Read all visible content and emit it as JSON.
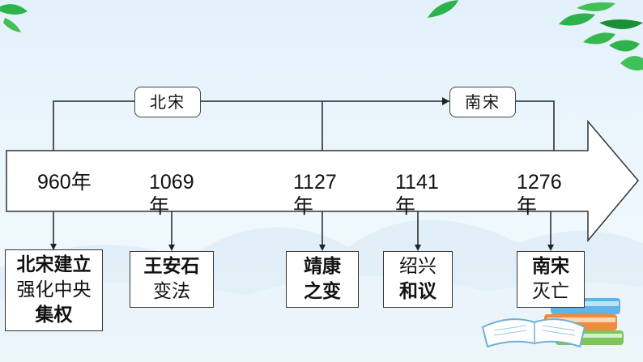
{
  "periods": [
    {
      "label": "北宋"
    },
    {
      "label": "南宋"
    }
  ],
  "years": [
    {
      "line1": "960年",
      "line2": ""
    },
    {
      "line1": "1069",
      "line2": "年"
    },
    {
      "line1": "1127",
      "line2": "年"
    },
    {
      "line1": "1141",
      "line2": "年"
    },
    {
      "line1": "1276",
      "line2": "年"
    }
  ],
  "events": [
    {
      "lines": [
        "北宋建立",
        "强化中央",
        "集权"
      ]
    },
    {
      "lines": [
        "王安石",
        "变法"
      ]
    },
    {
      "lines": [
        "靖康",
        "之变"
      ]
    },
    {
      "lines": [
        "绍兴",
        "和议"
      ]
    },
    {
      "lines": [
        "南宋",
        "灭亡"
      ]
    }
  ],
  "colors": {
    "leaf": "#2db34a",
    "leaf_dark": "#1a8f35",
    "book_blue": "#5fb6e6",
    "book_orange": "#f08a3c",
    "book_green": "#7dc55a"
  }
}
